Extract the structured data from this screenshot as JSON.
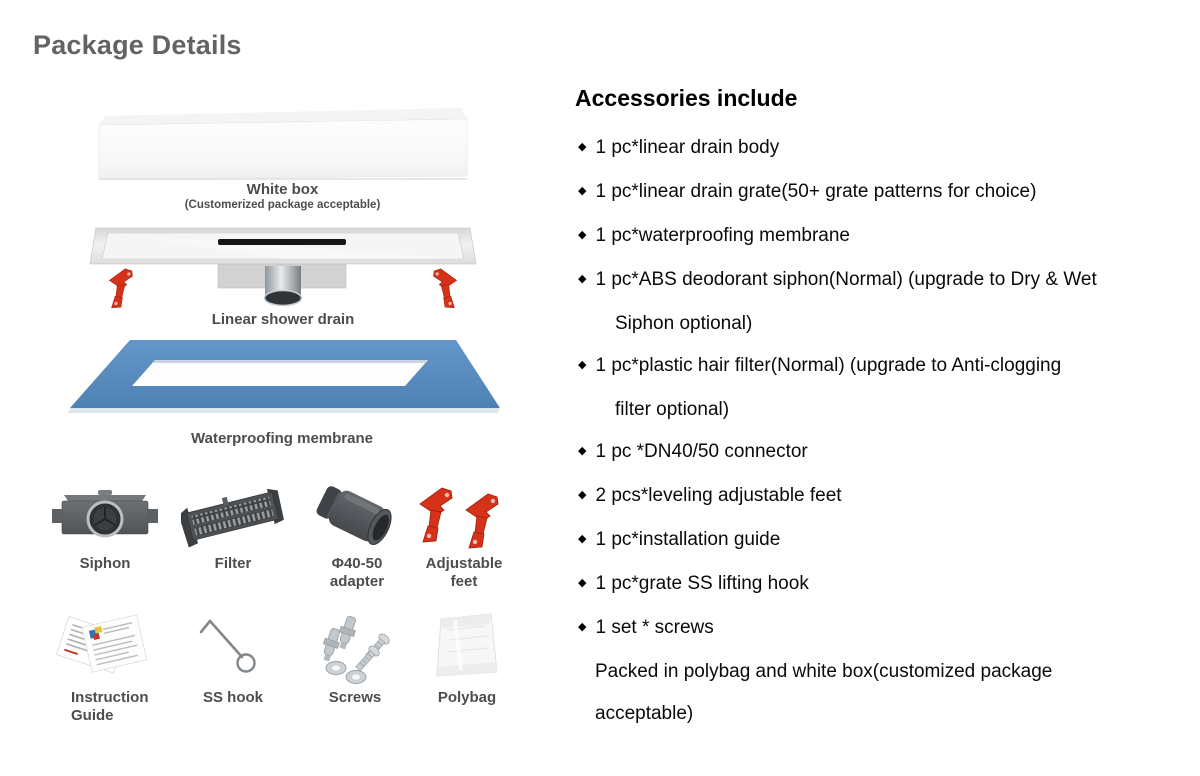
{
  "title": "Package Details",
  "left_panel": {
    "white_box": {
      "label": "White box",
      "sublabel": "(Customerized package acceptable)"
    },
    "drain": {
      "label": "Linear shower drain"
    },
    "membrane": {
      "label": "Waterproofing membrane"
    },
    "parts_row1": [
      {
        "label": "Siphon"
      },
      {
        "label": "Filter"
      },
      {
        "label": "Φ40-50\nadapter"
      },
      {
        "label": "Adjustable\nfeet"
      }
    ],
    "parts_row2": [
      {
        "label": "Instruction\nGuide"
      },
      {
        "label": "SS hook"
      },
      {
        "label": "Screws"
      },
      {
        "label": "Polybag"
      }
    ]
  },
  "accessories": {
    "heading": "Accessories include",
    "items": [
      "1 pc*linear drain body",
      "1 pc*linear drain grate(50+ grate patterns for choice)",
      "1 pc*waterproofing membrane",
      "1 pc*ABS deodorant siphon(Normal) (upgrade to Dry & Wet\nSiphon optional)",
      "1 pc*plastic hair filter(Normal) (upgrade to Anti-clogging\nfilter optional)",
      "1 pc *DN40/50 connector",
      "2 pcs*leveling adjustable feet",
      "1 pc*installation guide",
      "1 pc*grate SS lifting hook",
      "1 set * screws"
    ],
    "footer": "Packed in polybag and white box(customized package\nacceptable)"
  },
  "colors": {
    "title_gray": "#636363",
    "caption_gray": "#4d4d4d",
    "membrane_blue": "#5b8ec4",
    "accent_red": "#d63119",
    "part_gray": "#55595d",
    "list_text": "#0a0a0a"
  }
}
